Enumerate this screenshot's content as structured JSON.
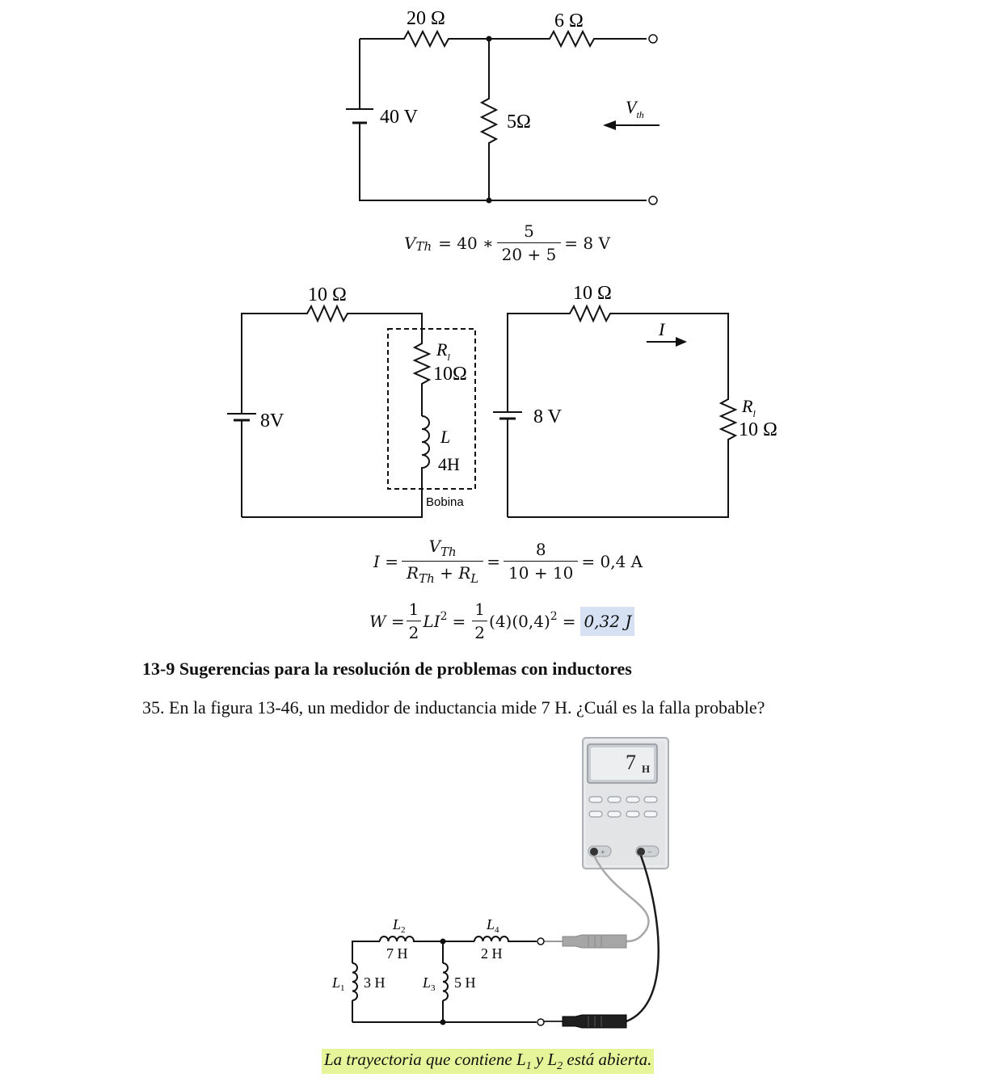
{
  "circuit1": {
    "r1": "20 Ω",
    "r2": "6 Ω",
    "source": "40 V",
    "r3": "5Ω",
    "vth_main": "V",
    "vth_sub": "th"
  },
  "eq_vth": {
    "lhs_main": "V",
    "lhs_sub": "Th",
    "equals_40": "= 40 ∗",
    "num": "5",
    "den": "20 + 5",
    "result": "= 8 V"
  },
  "circuit2": {
    "r1": "10 Ω",
    "source": "8V",
    "rl_main": "R",
    "rl_sub": "l",
    "rl_value": "10Ω",
    "l_label": "L",
    "l_value": "4H",
    "box_label": "Bobina"
  },
  "circuit3": {
    "r1": "10 Ω",
    "current": "I",
    "source": "8 V",
    "rl_main": "R",
    "rl_sub": "l",
    "rl_value": "10 Ω"
  },
  "eq_current": {
    "lhs": "I =",
    "num1_main": "V",
    "num1_sub": "Th",
    "den1_a": "R",
    "den1_a_sub": "Th",
    "den1_b": "+ R",
    "den1_b_sub": "L",
    "eq": "=",
    "num2": "8",
    "den2": "10 + 10",
    "result": "= 0,4 A"
  },
  "eq_energy": {
    "lhs": "W =",
    "one": "1",
    "two": "2",
    "li2": "LI",
    "sq": "2",
    "eq": "=",
    "mid": "(4)(0,4)",
    "eq2": "=",
    "result": "0,32 J"
  },
  "section_heading": "13-9 Sugerencias para la resolución de problemas con inductores",
  "problem_text": "35. En la figura 13-46, un medidor de inductancia mide 7 H. ¿Cuál es la falla probable?",
  "meter": {
    "value": "7",
    "unit": "H",
    "plus": "+",
    "minus": "−"
  },
  "circuit4": {
    "l2": "L",
    "l2_sub": "2",
    "l2_val": "7 H",
    "l4": "L",
    "l4_sub": "4",
    "l4_val": "2 H",
    "l1": "L",
    "l1_sub": "1",
    "l1_val": "3 H",
    "l3": "L",
    "l3_sub": "3",
    "l3_val": "5 H"
  },
  "caption": {
    "part1": "La trayectoria que contiene L",
    "sub1": "1",
    "part2": " y L",
    "sub2": "2",
    "part3": " está abierta."
  },
  "colors": {
    "answer_highlight": "#d6e2f3",
    "caption_highlight": "#e6f59a",
    "meter_body": "#e2e4e6",
    "meter_screen": "#dcdfe2"
  }
}
